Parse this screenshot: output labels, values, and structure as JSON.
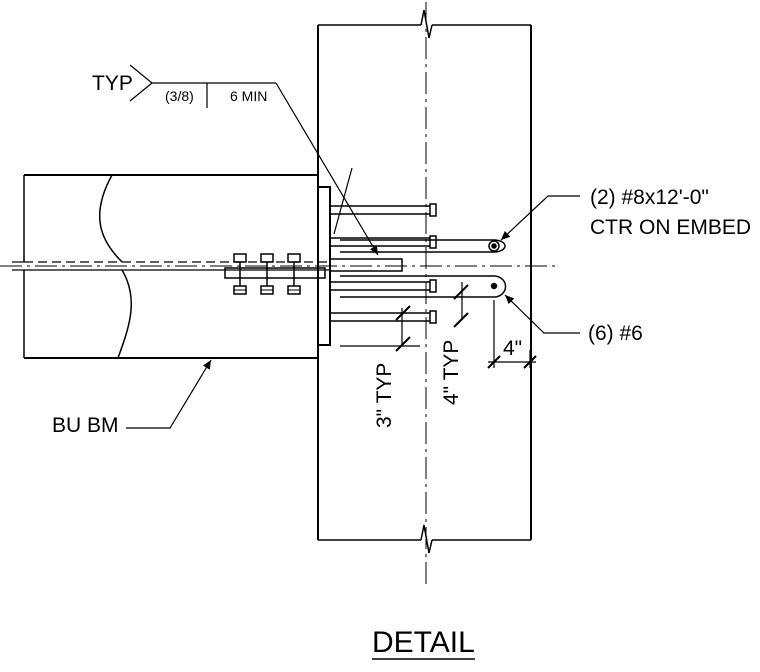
{
  "drawing": {
    "title": "DETAIL",
    "weld_symbol": {
      "tail": "TYP",
      "size": "(3/8)",
      "length": "6 MIN"
    },
    "callouts": {
      "embed_bars_line1": "(2) #8x12'-0\"",
      "embed_bars_line2": "CTR ON EMBED",
      "bars": "(6) #6",
      "beam": "BU BM"
    },
    "dimensions": {
      "stud_spacing": "3\" TYP",
      "bar_spacing": "4\" TYP",
      "edge": "4\""
    }
  },
  "colors": {
    "ink": "#000000",
    "paper": "#ffffff"
  }
}
